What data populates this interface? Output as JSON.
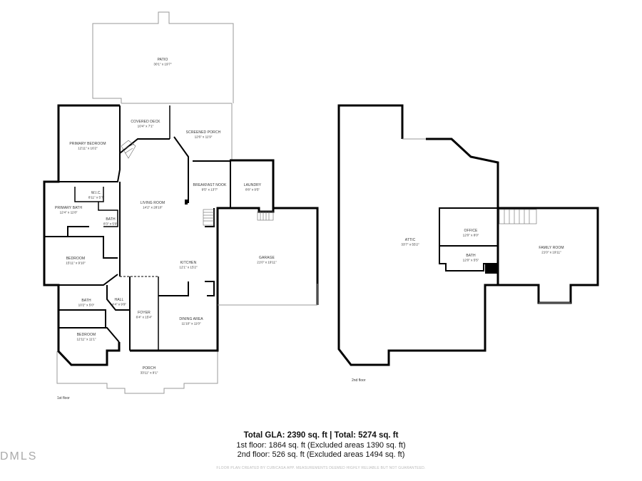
{
  "rooms_first_floor": [
    {
      "name": "PATIO",
      "dims": "30'1\" x 19'7\""
    },
    {
      "name": "COVERED DECK",
      "dims": "10'4\" x 7'1\""
    },
    {
      "name": "SCREENED PORCH",
      "dims": "12'6\" x 11'9\""
    },
    {
      "name": "PRIMARY BEDROOM",
      "dims": "12'11\" x 16'2\""
    },
    {
      "name": "W.I.C.",
      "dims": "8'11\" x 5'7\""
    },
    {
      "name": "PRIMARY BATH",
      "dims": "12'4\" x 11'8\""
    },
    {
      "name": "BATH",
      "dims": "8'3\" x 5'9\""
    },
    {
      "name": "LIVING ROOM",
      "dims": "14'2\" x 28'10\""
    },
    {
      "name": "BREAKFAST NOOK",
      "dims": "9'5\" x 13'7\""
    },
    {
      "name": "LAUNDRY",
      "dims": "8'8\" x 9'5\""
    },
    {
      "name": "GARAGE",
      "dims": "21'0\" x 19'11\""
    },
    {
      "name": "BEDROOM",
      "dims": "15'11\" x 9'10\""
    },
    {
      "name": "KITCHEN",
      "dims": "12'1\" x 15'2\""
    },
    {
      "name": "BATH",
      "dims": "10'2\" x 5'0\""
    },
    {
      "name": "HALL",
      "dims": "4'4\" x 9'9\""
    },
    {
      "name": "FOYER",
      "dims": "6'4\" x 15'4\""
    },
    {
      "name": "DINING AREA",
      "dims": "11'10\" x 11'0\""
    },
    {
      "name": "BEDROOM",
      "dims": "12'11\" x 11'1\""
    },
    {
      "name": "PORCH",
      "dims": "33'11\" x 9'1\""
    }
  ],
  "rooms_second_floor": [
    {
      "name": "ATTIC",
      "dims": "33'7\" x 55'2\""
    },
    {
      "name": "OFFICE",
      "dims": "12'0\" x 8'0\""
    },
    {
      "name": "BATH",
      "dims": "12'0\" x 5'5\""
    },
    {
      "name": "FAMILY ROOM",
      "dims": "21'0\" x 19'11\""
    }
  ],
  "floor_labels": {
    "first": "1st floor",
    "second": "2nd floor"
  },
  "summary": {
    "total": "Total GLA: 2390 sq. ft | Total: 5274 sq. ft",
    "floor1": "1st floor: 1864 sq. ft (Excluded areas 1390 sq. ft)",
    "floor2": "2nd floor: 526 sq. ft (Excluded areas 1494 sq. ft)",
    "credit": "FLOOR PLAN CREATED BY CUBICASA APP. MEASUREMENTS DEEMED HIGHLY RELIABLE BUT NOT GUARANTEED."
  },
  "watermark": "DMLS",
  "colors": {
    "wall": "#000000",
    "thin": "#999999",
    "text": "#333333"
  }
}
